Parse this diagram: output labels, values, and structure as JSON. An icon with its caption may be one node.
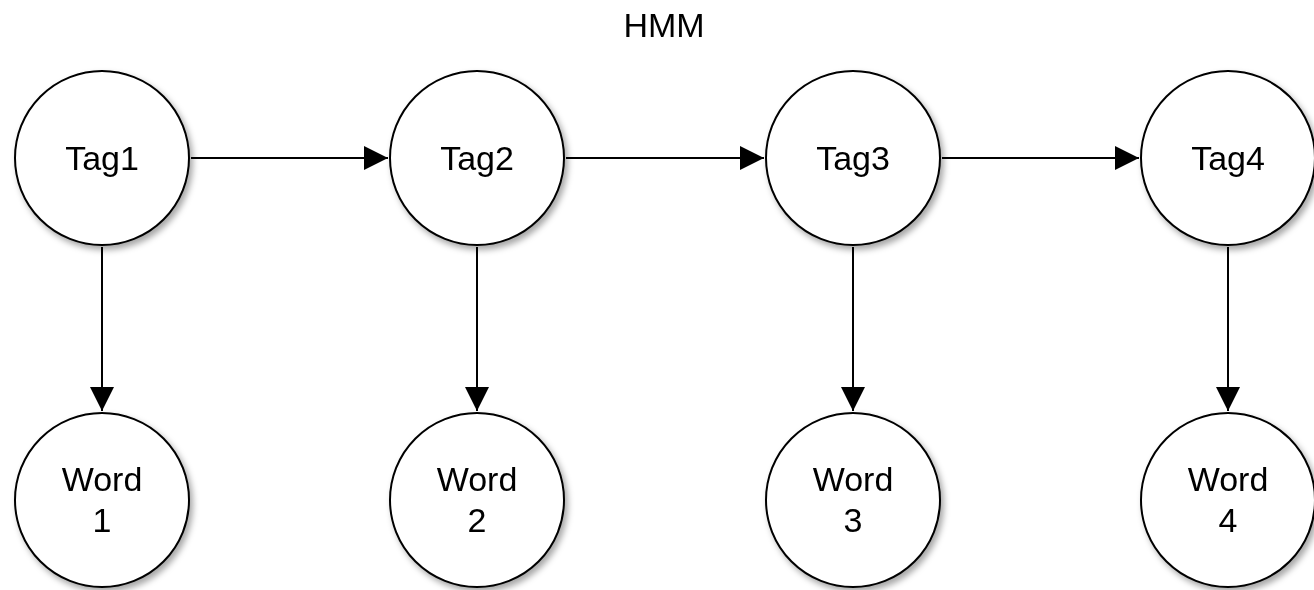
{
  "diagram": {
    "title": "HMM",
    "nodes": [
      {
        "text": [
          "Tag1"
        ]
      },
      {
        "text": [
          "Tag2"
        ]
      },
      {
        "text": [
          "Tag3"
        ]
      },
      {
        "text": [
          "Tag4"
        ]
      },
      {
        "text": [
          "Word 1"
        ]
      },
      {
        "text": [
          "Word 2"
        ]
      },
      {
        "text": [
          "Word 3"
        ]
      },
      {
        "text": [
          "Word 4"
        ]
      }
    ],
    "edges": [
      {
        "from": 0,
        "to": 1,
        "arrow": "to"
      },
      {
        "from": 1,
        "to": 2,
        "arrow": "to"
      },
      {
        "from": 2,
        "to": 3,
        "arrow": "to"
      },
      {
        "from": 0,
        "to": 4,
        "arrow": "to"
      },
      {
        "from": 1,
        "to": 5,
        "arrow": "to"
      },
      {
        "from": 2,
        "to": 6,
        "arrow": "to"
      },
      {
        "from": 3,
        "to": 7,
        "arrow": "to"
      }
    ]
  }
}
